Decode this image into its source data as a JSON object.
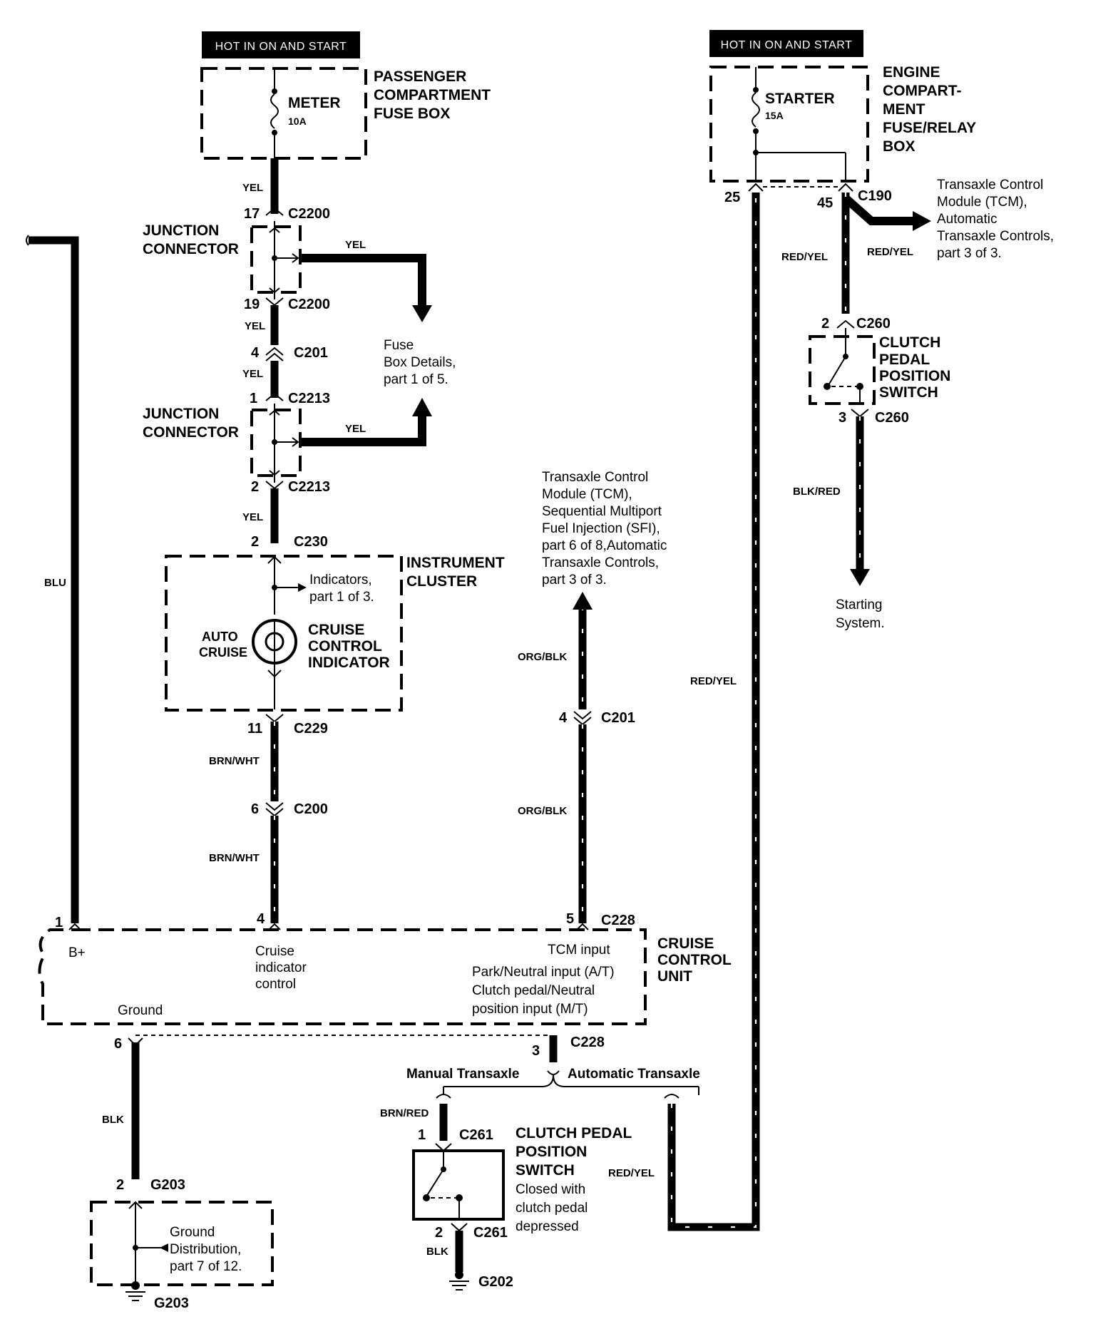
{
  "header_tags": {
    "left": "HOT IN ON AND START",
    "right": "HOT IN ON AND START"
  },
  "passenger_fuse_box": {
    "fuse_name": "METER",
    "fuse_rating": "10A",
    "title_line1": "PASSENGER",
    "title_line2": "COMPARTMENT",
    "title_line3": "FUSE BOX"
  },
  "engine_fuse_box": {
    "fuse_name": "STARTER",
    "fuse_rating": "15A",
    "title_line1": "ENGINE",
    "title_line2": "COMPART-",
    "title_line3": "MENT",
    "title_line4": "FUSE/RELAY",
    "title_line5": "BOX"
  },
  "junction_connector_1": {
    "line1": "JUNCTION",
    "line2": "CONNECTOR"
  },
  "junction_connector_2": {
    "line1": "JUNCTION",
    "line2": "CONNECTOR"
  },
  "connectors": {
    "c2200_top": {
      "pin": "17",
      "name": "C2200"
    },
    "c2200_bot": {
      "pin": "19",
      "name": "C2200"
    },
    "c201_a": {
      "pin": "4",
      "name": "C201"
    },
    "c2213_top": {
      "pin": "1",
      "name": "C2213"
    },
    "c2213_bot": {
      "pin": "2",
      "name": "C2213"
    },
    "c230": {
      "pin": "2",
      "name": "C230"
    },
    "c229": {
      "pin": "11",
      "name": "C229"
    },
    "c200": {
      "pin": "6",
      "name": "C200"
    },
    "c201_b": {
      "pin": "4",
      "name": "C201"
    },
    "c228_top": {
      "pin": "5",
      "name": "C228"
    },
    "c228_bot": {
      "pin": "3",
      "name": "C228"
    },
    "c190_a": {
      "pin": "25"
    },
    "c190_b": {
      "pin": "45",
      "name": "C190"
    },
    "c260_top": {
      "pin": "2",
      "name": "C260"
    },
    "c260_bot": {
      "pin": "3",
      "name": "C260"
    },
    "c261_top": {
      "pin": "1",
      "name": "C261"
    },
    "c261_bot": {
      "pin": "2",
      "name": "C261"
    },
    "g203_top": {
      "pin": "2",
      "name": "G203"
    },
    "ccu_pin1": {
      "pin": "1"
    },
    "ccu_pin4": {
      "pin": "4"
    },
    "ccu_pin6": {
      "pin": "6"
    }
  },
  "wire_colors": {
    "yel1": "YEL",
    "yel_branch1": "YEL",
    "yel2": "YEL",
    "yel3": "YEL",
    "yel_branch2": "YEL",
    "yel4": "YEL",
    "blu": "BLU",
    "brn_wht1": "BRN/WHT",
    "brn_wht2": "BRN/WHT",
    "org_blk1": "ORG/BLK",
    "org_blk2": "ORG/BLK",
    "red_yel_long": "RED/YEL",
    "red_yel_a": "RED/YEL",
    "red_yel_b": "RED/YEL",
    "blk_red": "BLK/RED",
    "blk_ground": "BLK",
    "brn_red": "BRN/RED",
    "red_yel_at": "RED/YEL",
    "blk_g202": "BLK"
  },
  "fuse_box_details": {
    "line1": "Fuse",
    "line2": "Box Details,",
    "line3": "part 1 of 5."
  },
  "instrument_cluster": {
    "title_line1": "INSTRUMENT",
    "title_line2": "CLUSTER",
    "indicators_ref_line1": "Indicators,",
    "indicators_ref_line2": "part 1 of 3.",
    "auto_line1": "AUTO",
    "auto_line2": "CRUISE",
    "indicator_line1": "CRUISE",
    "indicator_line2": "CONTROL",
    "indicator_line3": "INDICATOR"
  },
  "tcm_ref_top": {
    "line1": "Transaxle Control",
    "line2": "Module (TCM),",
    "line3": "Sequential Multiport",
    "line4": "Fuel Injection (SFI),",
    "line5": "part 6 of 8,Automatic",
    "line6": "Transaxle Controls,",
    "line7": "part 3 of 3."
  },
  "tcm_ref_right": {
    "line1": "Transaxle Control",
    "line2": "Module (TCM),",
    "line3": "Automatic",
    "line4": "Transaxle Controls,",
    "line5": "part 3 of 3."
  },
  "clutch_switch_top": {
    "line1": "CLUTCH",
    "line2": "PEDAL",
    "line3": "POSITION",
    "line4": "SWITCH"
  },
  "starting_system": {
    "line1": "Starting",
    "line2": "System."
  },
  "cruise_control_unit": {
    "title_line1": "CRUISE",
    "title_line2": "CONTROL",
    "title_line3": "UNIT",
    "b_plus": "B+",
    "cruise_ind_line1": "Cruise",
    "cruise_ind_line2": "indicator",
    "cruise_ind_line3": "control",
    "tcm_input": "TCM  input",
    "park_neutral": "Park/Neutral input (A/T)",
    "clutch_neutral_line1": "Clutch pedal/Neutral",
    "clutch_neutral_line2": "position input (M/T)",
    "ground": "Ground"
  },
  "transaxle_split": {
    "manual": "Manual Transaxle",
    "automatic": "Automatic Transaxle"
  },
  "clutch_switch_bottom": {
    "line1": "CLUTCH PEDAL",
    "line2": "POSITION",
    "line3": "SWITCH",
    "desc_line1": "Closed with",
    "desc_line2": "clutch pedal",
    "desc_line3": "depressed"
  },
  "ground_distribution": {
    "line1": "Ground",
    "line2": "Distribution,",
    "line3": "part 7 of 12."
  },
  "grounds": {
    "g203": "G203",
    "g202": "G202"
  }
}
